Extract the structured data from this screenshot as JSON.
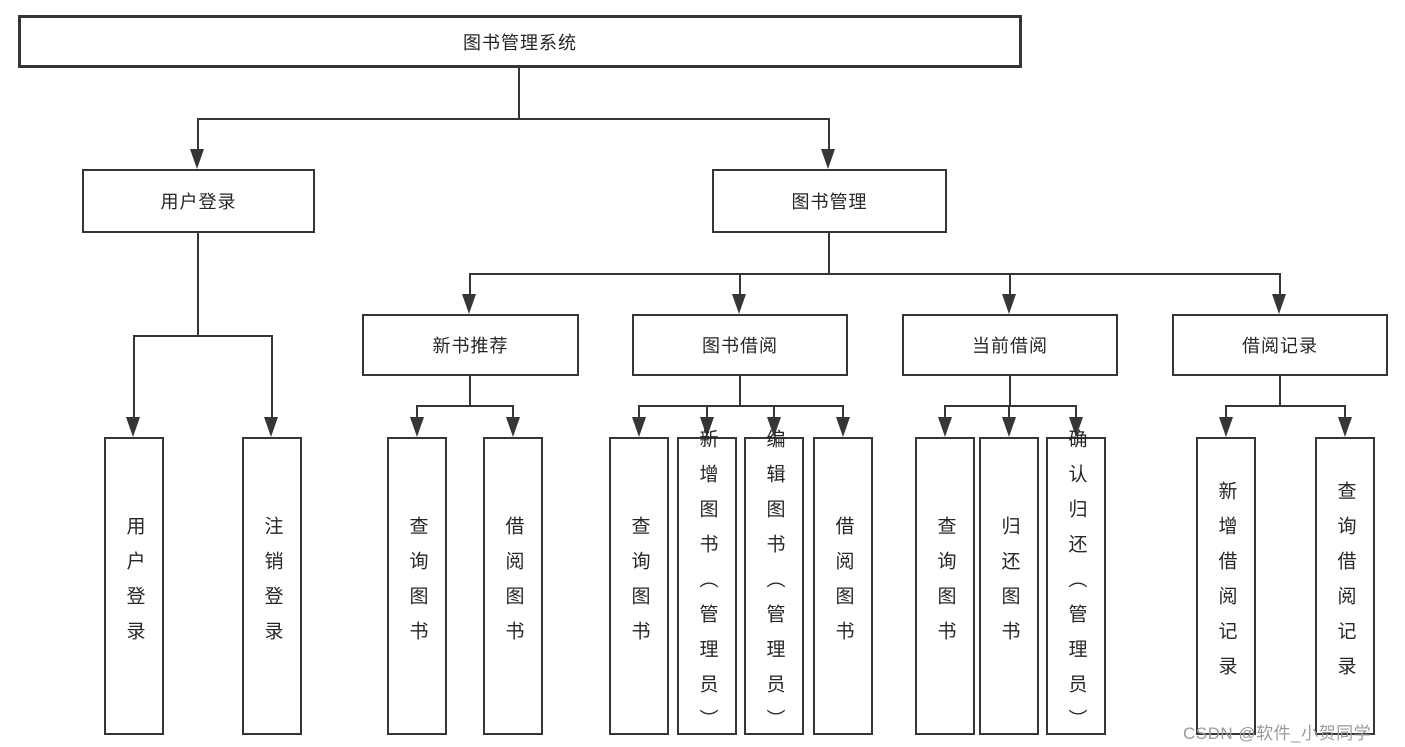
{
  "tree": {
    "label": "图书管理系统",
    "children": [
      {
        "label": "用户登录",
        "children": [
          {
            "label": "用户登录"
          },
          {
            "label": "注销登录"
          }
        ]
      },
      {
        "label": "图书管理",
        "children": [
          {
            "label": "新书推荐",
            "children": [
              {
                "label": "查询图书"
              },
              {
                "label": "借阅图书"
              }
            ]
          },
          {
            "label": "图书借阅",
            "children": [
              {
                "label": "查询图书"
              },
              {
                "label": "新增图书（管理员）"
              },
              {
                "label": "编辑图书（管理员）"
              },
              {
                "label": "借阅图书"
              }
            ]
          },
          {
            "label": "当前借阅",
            "children": [
              {
                "label": "查询图书"
              },
              {
                "label": "归还图书"
              },
              {
                "label": "确认归还（管理员）"
              }
            ]
          },
          {
            "label": "借阅记录",
            "children": [
              {
                "label": "新增借阅记录"
              },
              {
                "label": "查询借阅记录"
              }
            ]
          }
        ]
      }
    ]
  },
  "watermark": {
    "text": "CSDN @软件_小贺同学"
  },
  "colors": {
    "line": "#363636",
    "text": "#262626",
    "watermark": "#9b9b9b",
    "background": "#ffffff"
  }
}
